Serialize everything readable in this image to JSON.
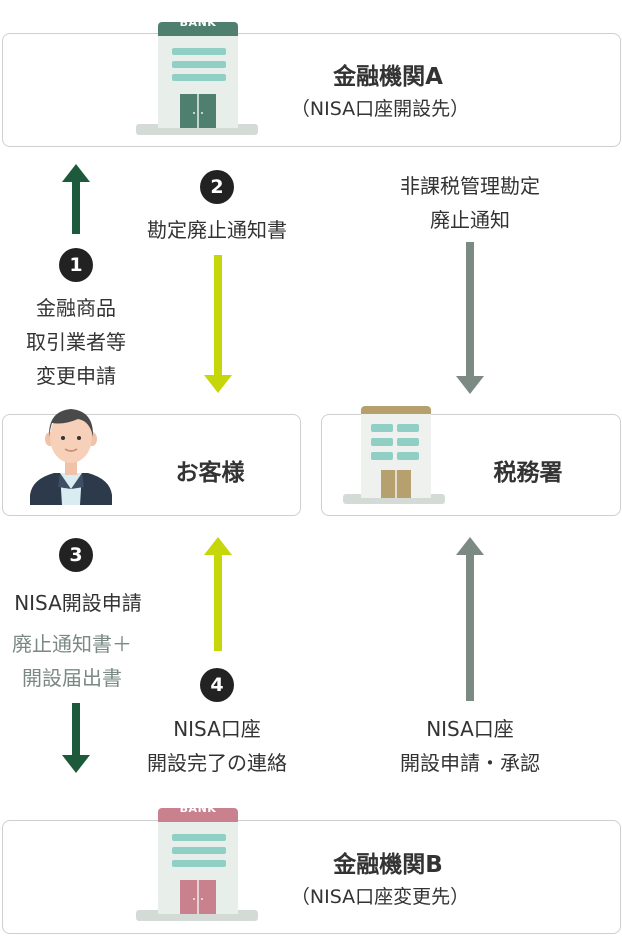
{
  "institution_a": {
    "name": "金融機関A",
    "subtitle": "（NISA口座開設先）",
    "bank_sign": "BANK",
    "color": "#4f7f6e"
  },
  "institution_b": {
    "name": "金融機関B",
    "subtitle": "（NISA口座変更先）",
    "bank_sign": "BANK",
    "color": "#c9828d"
  },
  "customer": {
    "name": "お客様"
  },
  "tax_office": {
    "name": "税務署",
    "color": "#b5a06e"
  },
  "steps": [
    {
      "number": "1",
      "lines": [
        "金融商品",
        "取引業者等",
        "変更申請"
      ]
    },
    {
      "number": "2",
      "lines": [
        "勘定廃止通知書"
      ]
    },
    {
      "number": "3",
      "title": "NISA開設申請",
      "detail_lines": [
        "廃止通知書＋",
        "開設届出書"
      ]
    },
    {
      "number": "4",
      "lines": [
        "NISA口座",
        "開設完了の連絡"
      ]
    }
  ],
  "flows": {
    "a_to_tax": [
      "非課税管理勘定",
      "廃止通知"
    ],
    "b_to_tax": [
      "NISA口座",
      "開設申請・承認"
    ]
  },
  "colors": {
    "dark_green": "#1d5a3c",
    "lime": "#c5d60a",
    "gray_green": "#7c8a83",
    "badge": "#222222",
    "border": "#cfcfcf"
  }
}
